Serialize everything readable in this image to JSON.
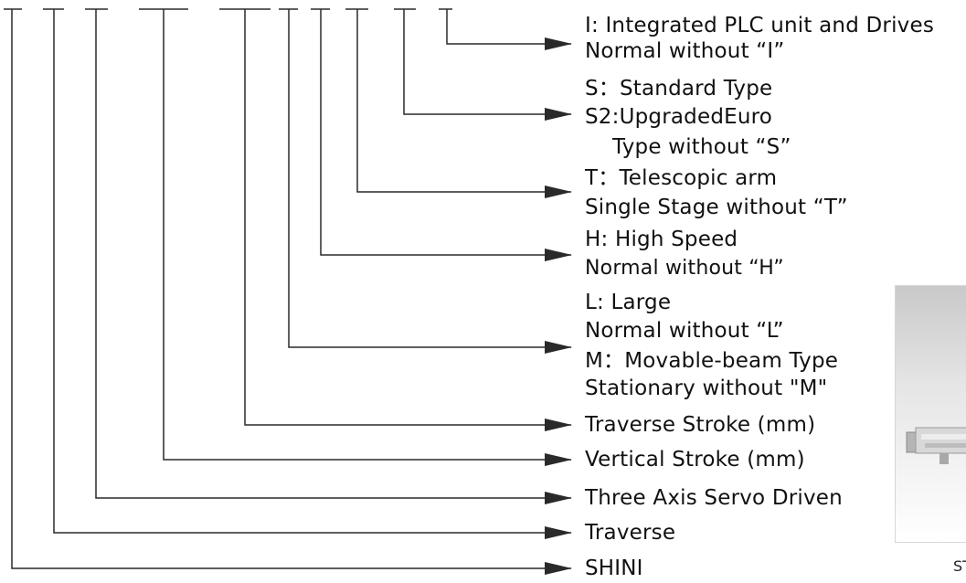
{
  "code_segments": [
    {
      "id": "shini"
    },
    {
      "id": "traverse"
    },
    {
      "id": "servo"
    },
    {
      "id": "vertical-stroke"
    },
    {
      "id": "traverse-stroke"
    },
    {
      "id": "large-movable"
    },
    {
      "id": "high-speed"
    },
    {
      "id": "telescopic"
    },
    {
      "id": "euro-type"
    },
    {
      "id": "integrated"
    }
  ],
  "labels": {
    "integrated_1": "I: Integrated PLC unit and Drives",
    "integrated_2": "Normal without “I”",
    "euro_1": "S：Standard Type",
    "euro_2": "S2:UpgradedEuro",
    "euro_3": "    Type without “S”",
    "telescopic_1": "T：Telescopic arm",
    "telescopic_2": "Single Stage without “T”",
    "speed_1": "H: High Speed",
    "speed_2": "Normal without “H”",
    "large_1": "L: Large",
    "large_2": "Normal without “L”",
    "large_3": "M：Movable-beam Type",
    "large_4": "Stationary without \"M\"",
    "traverse_stroke": "Traverse Stroke (mm)",
    "vertical_stroke": "Vertical Stroke (mm)",
    "servo": "Three Axis Servo Driven",
    "traverse": "Traverse",
    "shini": "SHINI"
  },
  "photo_caption": "ST",
  "colors": {
    "line": "#2a2a2a",
    "arrow": "#2a2a2a",
    "text": "#111111"
  }
}
